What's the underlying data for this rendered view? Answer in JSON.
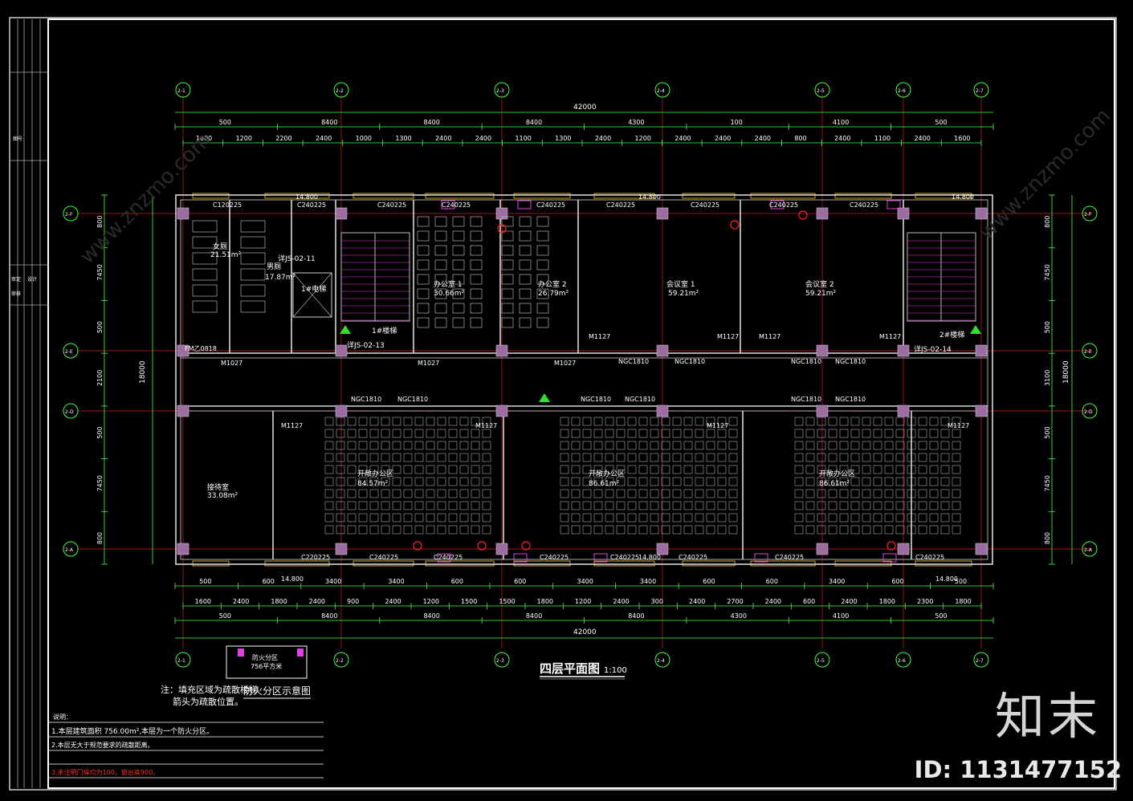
{
  "overall_dim": "42000",
  "top_dims_l1": [
    "500",
    "8400",
    "8400",
    "8400",
    "4300",
    "100",
    "4100",
    "500"
  ],
  "top_dims_l2": [
    "1600",
    "1200",
    "2200",
    "2400",
    "1000",
    "1300",
    "2400",
    "2400",
    "1100",
    "1300",
    "2400",
    "1200",
    "2400",
    "2400",
    "2400",
    "800",
    "2400",
    "1100",
    "2400",
    "1600"
  ],
  "bottom_dims_l1": [
    "500",
    "8400",
    "8400",
    "8400",
    "8400",
    "4300",
    "4100",
    "500"
  ],
  "bottom_dims_l2": [
    "1600",
    "2400",
    "1800",
    "2400",
    "900",
    "2400",
    "1200",
    "1500",
    "1500",
    "1800",
    "1200",
    "2400",
    "300",
    "2400",
    "2700",
    "2400",
    "600",
    "2400",
    "1800",
    "2300",
    "1800"
  ],
  "bottom_dims_l3": [
    "500",
    "600",
    "3400",
    "3400",
    "600",
    "600",
    "3400",
    "3400",
    "600",
    "600",
    "3400",
    "600",
    "500"
  ],
  "left_dims_outer": [
    "800",
    "7450",
    "500",
    "2100",
    "500",
    "7450",
    "800"
  ],
  "left_total": "18000",
  "right_dims_outer": [
    "800",
    "7450",
    "500",
    "3100",
    "500",
    "7450",
    "800"
  ],
  "right_total": "18000",
  "axes_x": [
    "2-1",
    "2-2",
    "2-3",
    "2-4",
    "2-5",
    "2-6",
    "2-7"
  ],
  "axes_y": [
    "2-F",
    "2-E",
    "2-D",
    "2-A"
  ],
  "elevation": "14.800",
  "window_labels": [
    "C120225",
    "C240225",
    "C240225",
    "C240225",
    "C240225",
    "C240225",
    "C240225",
    "C240225",
    "C240225",
    "C220225",
    "C240225",
    "C240225",
    "C240225",
    "C240225",
    "C240225",
    "C240225",
    "C240225"
  ],
  "door_labels": [
    "M1027",
    "M1027",
    "M1027",
    "M1127",
    "M1127",
    "M1127",
    "M1127",
    "M1127",
    "M1127",
    "M1127",
    "M1127",
    "FM乙0818"
  ],
  "ngc_labels": [
    "NGC1810",
    "NGC1810",
    "NGC1810",
    "NGC1810",
    "NGC1810",
    "NGC1810",
    "NGC1810",
    "NGC1810",
    "NGC1810",
    "NGC1810"
  ],
  "rooms": [
    {
      "name": "女厕",
      "area": "21.51m²"
    },
    {
      "name": "男厕",
      "area": "17.87m²"
    },
    {
      "name": "办公室 1",
      "area": "30.66m²"
    },
    {
      "name": "办公室 2",
      "area": "26.79m²"
    },
    {
      "name": "会议室 1",
      "area": "59.21m²"
    },
    {
      "name": "会议室 2",
      "area": "59.21m²"
    },
    {
      "name": "接待室",
      "area": "33.08m²"
    },
    {
      "name": "开敞办公区",
      "area": "84.57m²"
    },
    {
      "name": "开敞办公区",
      "area": "86.61m²"
    },
    {
      "name": "开敞办公区",
      "area": "86.61m²"
    }
  ],
  "stair_labels": [
    "1#楼梯",
    "2#楼梯"
  ],
  "ref_labels": [
    "详JS-02-11",
    "详JS-02-13",
    "详JS-02-14"
  ],
  "elevator_label": "1#电梯",
  "plan_title": "四层平面图",
  "plan_scale": "1:100",
  "fire_zone_label": "防火分区示意图",
  "fire_zone_box_text": [
    "防火分区",
    "756平方米"
  ],
  "note_title": "注：填充区域为疏散楼梯",
  "note_sub": "箭头为疏散位置。",
  "notes_header": "说明：",
  "notes": [
    "1.本层建筑面积 756.00m²,本层为一个防火分区。",
    "2.本层无大于规范要求的疏散距离。",
    "3.未注明门垛均为100，窗台高900。"
  ],
  "left_sheet_labels": [
    "图号",
    "审定",
    "审核",
    "设计"
  ],
  "watermark_logo": "知末",
  "watermark_id": "ID: 1131477152"
}
